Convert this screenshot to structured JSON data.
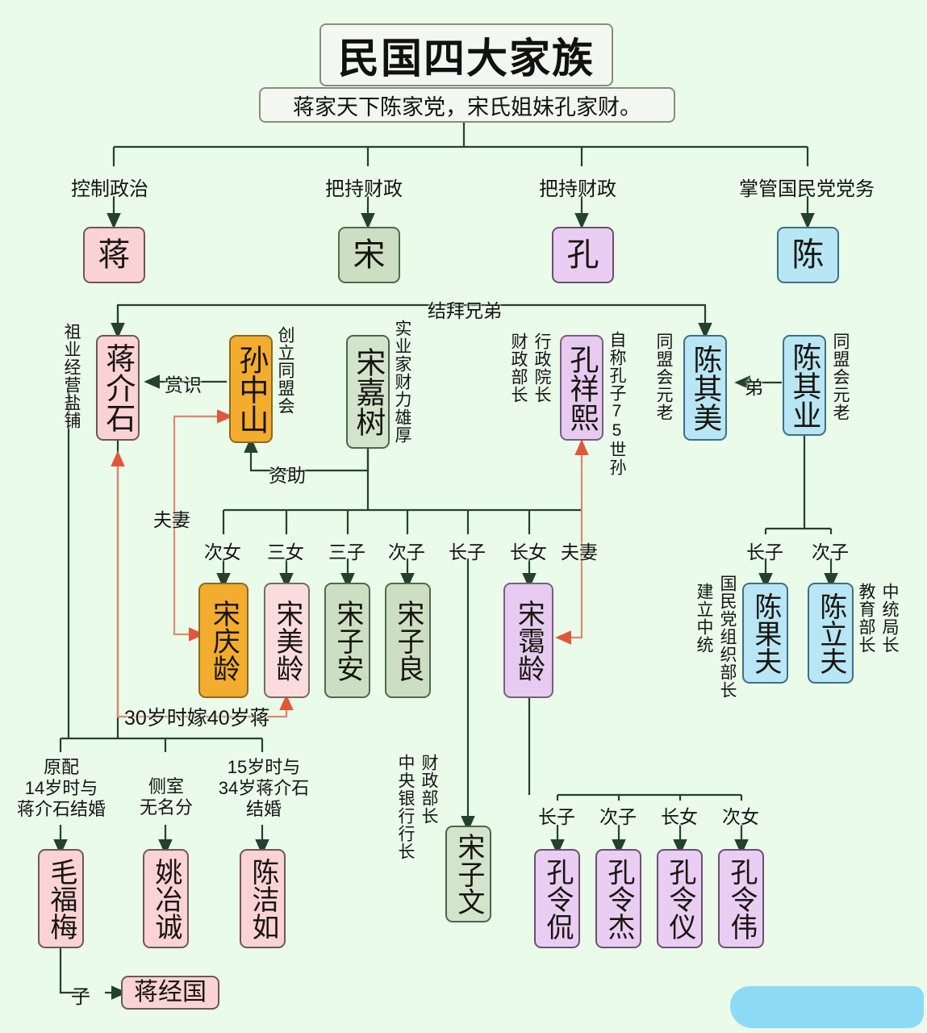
{
  "title": {
    "main": "民国四大家族",
    "subtitle": "蒋家天下陈家党，宋氏姐妹孔家财。"
  },
  "colors": {
    "background": "#eafbe9",
    "jiang_pink": "#fbd3d4",
    "song_green": "#ccdfc3",
    "kong_purple": "#eacdf2",
    "chen_blue": "#b8e6f4",
    "sun_orange": "#f3ac2e",
    "line_dark": "#2e4636",
    "line_red": "#e0573c",
    "redaction_blue": "#88d8f7"
  },
  "branch_labels": [
    {
      "id": "branch-jiang",
      "text": "控制政治"
    },
    {
      "id": "branch-song",
      "text": "把持财政"
    },
    {
      "id": "branch-kong",
      "text": "把持财政"
    },
    {
      "id": "branch-chen",
      "text": "掌管国民党党务"
    }
  ],
  "surname_boxes": [
    {
      "id": "surname-jiang",
      "text": "蒋",
      "color": "pink"
    },
    {
      "id": "surname-song",
      "text": "宋",
      "color": "green"
    },
    {
      "id": "surname-kong",
      "text": "孔",
      "color": "purple"
    },
    {
      "id": "surname-chen",
      "text": "陈",
      "color": "blue"
    }
  ],
  "people": {
    "jiang_jieshi": "蒋介石",
    "sun_zhongshan": "孙中山",
    "song_jiashu": "宋嘉树",
    "kong_xiangxi": "孔祥熙",
    "chen_qimei": "陈其美",
    "chen_qiye": "陈其业",
    "song_qingling": "宋庆龄",
    "song_meiling": "宋美龄",
    "song_zian": "宋子安",
    "song_ziliang": "宋子良",
    "song_ailing": "宋霭龄",
    "song_ziwen": "宋子文",
    "chen_guofu": "陈果夫",
    "chen_lifu": "陈立夫",
    "mao_fumei": "毛福梅",
    "yao_yecheng": "姚冶诚",
    "chen_jieru": "陈洁如",
    "jiang_jingguo": "蒋经国",
    "kong_lingkan": "孔令侃",
    "kong_lingjie": "孔令杰",
    "kong_lingyi": "孔令仪",
    "kong_lingwei": "孔令伟"
  },
  "annotations": {
    "jiang_side": "祖业经营盐铺",
    "sun_side": "创立同盟会",
    "song_jiashu_side": "实业家财力雄厚",
    "kong_left_1": "财政部长",
    "kong_left_2": "行政院长",
    "kong_right": "自称孔子75世孙",
    "chen_qimei_left": "同盟会元老",
    "chen_qiye_right": "同盟会元老",
    "chen_guofu_left_1": "建立中统",
    "chen_guofu_left_2": "国民党组织部长",
    "chen_lifu_right_1": "教育部长",
    "chen_lifu_right_2": "中统局长",
    "ziwen_left_1": "中央银行行长",
    "ziwen_left_2": "财政部长"
  },
  "relations": {
    "sworn_brothers": "结拜兄弟",
    "appreciation": "赏识",
    "funding": "资助",
    "couple_sun_qingling": "夫妻",
    "couple_kong_ailing": "夫妻",
    "marriage_meiling": "30岁时嫁40岁蒋",
    "younger_brother": "弟",
    "son": "子"
  },
  "birth_order": {
    "second_daughter": "次女",
    "third_daughter": "三女",
    "third_son": "三子",
    "second_son": "次子",
    "eldest_son": "长子",
    "eldest_daughter": "长女",
    "chen_eldest_son": "长子",
    "chen_second_son": "次子",
    "kong_eldest_son": "长子",
    "kong_second_son": "次子",
    "kong_eldest_daughter": "长女",
    "kong_second_daughter": "次女"
  },
  "wives": [
    {
      "id": "wife-mao",
      "note": "原配\n14岁时与\n蒋介石结婚",
      "name": "毛福梅"
    },
    {
      "id": "wife-yao",
      "note": "侧室\n无名分",
      "name": "姚冶诚"
    },
    {
      "id": "wife-chen",
      "note": "15岁时与\n34岁蒋介石\n结婚",
      "name": "陈洁如"
    }
  ]
}
